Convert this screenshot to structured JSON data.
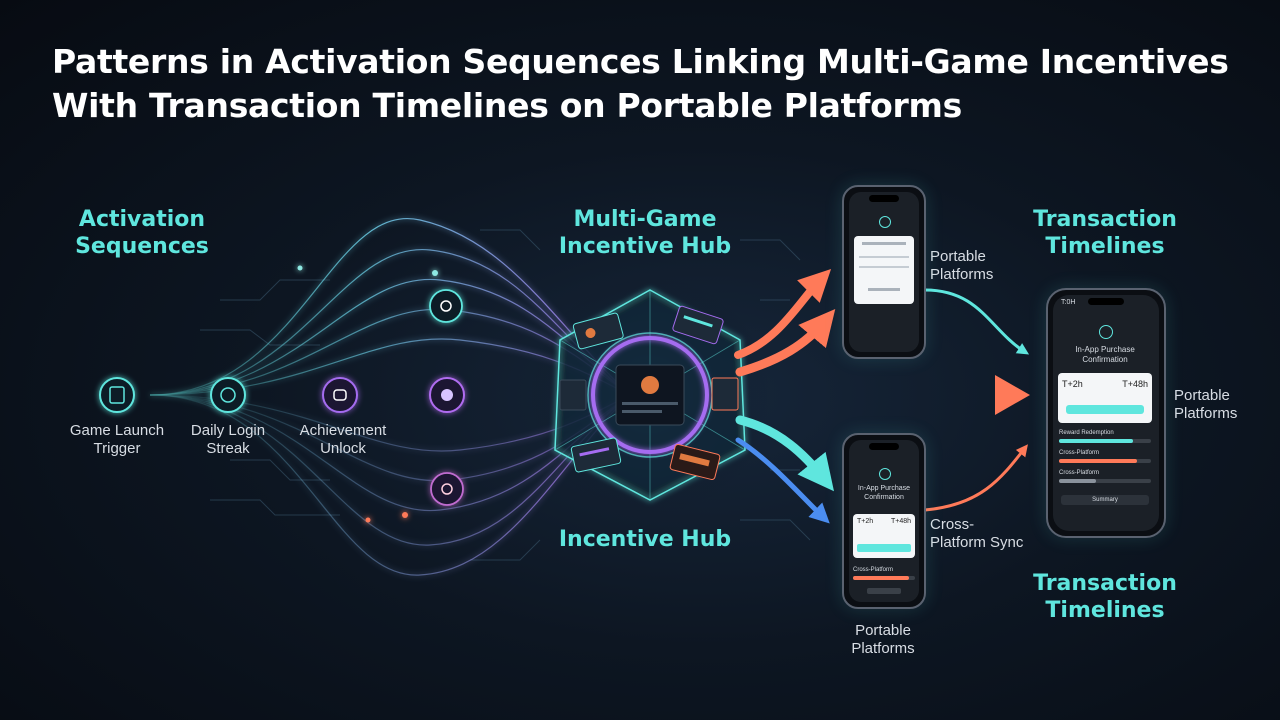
{
  "title": "Patterns in Activation Sequences Linking Multi-Game Incentives With Transaction Timelines on Portable Platforms",
  "sections": {
    "activation": "Activation\nSequences",
    "hub_top": "Multi-Game\nIncentive Hub",
    "hub_bottom": "Incentive Hub",
    "timelines_top": "Transaction\nTimelines",
    "timelines_bottom": "Transaction\nTimelines"
  },
  "steps": [
    {
      "label": "Game Launch\nTrigger",
      "icon": "gamepad-icon"
    },
    {
      "label": "Daily Login\nStreak",
      "icon": "refresh-icon"
    },
    {
      "label": "Achievement\nUnlock",
      "icon": "trophy-icon"
    }
  ],
  "labels": {
    "portable_top": "Portable\nPlatforms",
    "portable_right": "Portable\nPlatforms",
    "cross_sync": "Cross-\nPlatform Sync",
    "portable_bottom": "Portable\nPlatforms"
  },
  "phones": {
    "large": {
      "status": "T:0H",
      "header": "In-App Purchase\nConfirmation",
      "t_left": "T+2h",
      "t_right": "T+48h",
      "rows": [
        "Reward Redemption",
        "Cross-Platform",
        "Cross-Platform"
      ],
      "footer": "Summary"
    },
    "bottom": {
      "header": "In-App Purchase\nConfirmation",
      "t_left": "T+2h",
      "t_right": "T+48h",
      "rows": [
        "Cross-Platform"
      ]
    }
  },
  "colors": {
    "cyan": "#5fe6de",
    "purple": "#a56cf0",
    "orange": "#ff7a59",
    "blue": "#4b8df0"
  }
}
